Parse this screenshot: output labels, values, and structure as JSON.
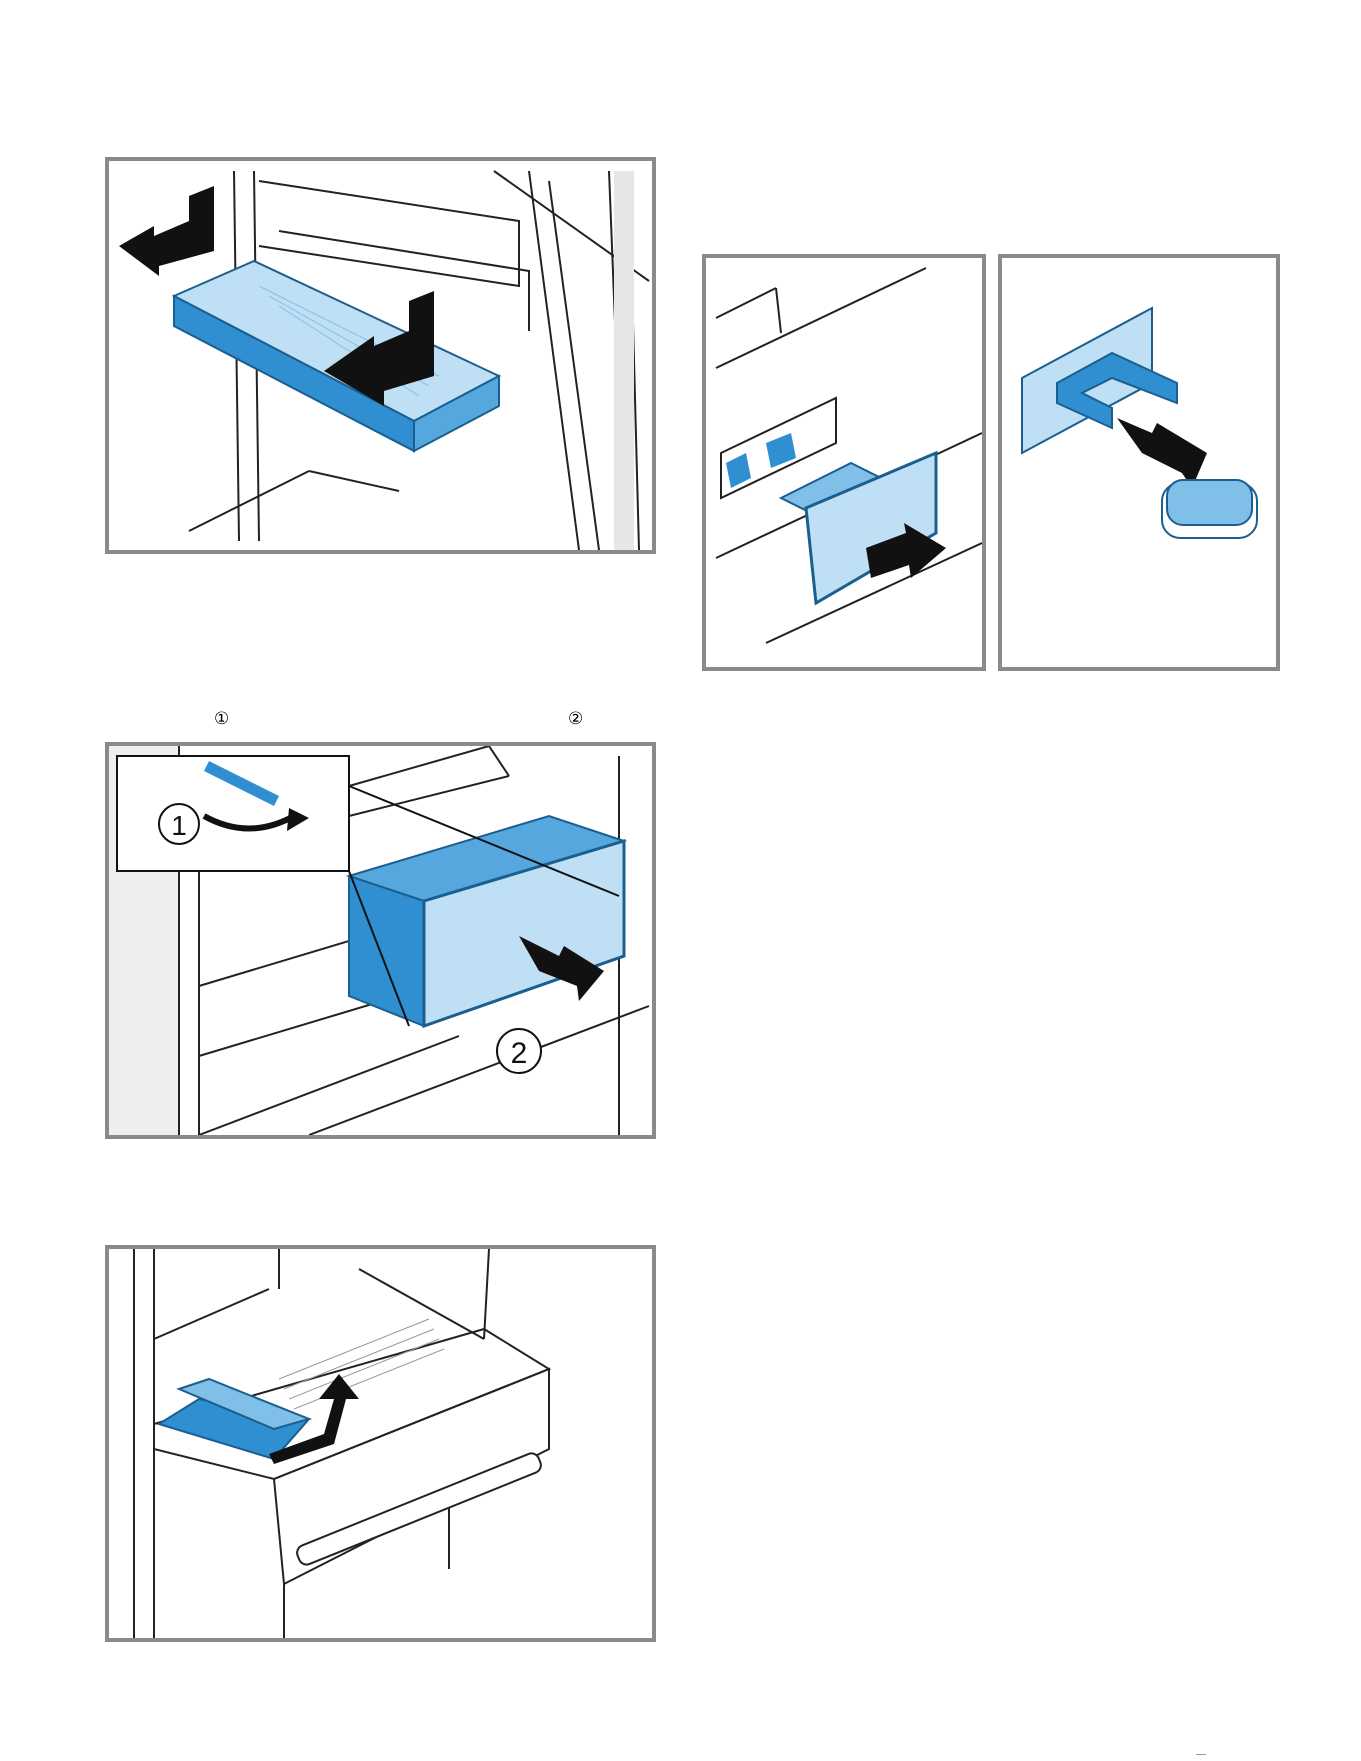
{
  "figures": {
    "shelf_removal": {
      "caption": ""
    },
    "filter_housing": {
      "caption": ""
    },
    "filter_cartridge": {
      "caption": ""
    },
    "drawer_removal": {
      "caption": "",
      "step_labels": [
        "1",
        "2"
      ]
    },
    "freezer_insert": {
      "caption": ""
    }
  },
  "markers": {
    "step1": "①",
    "step2": "②"
  },
  "colors": {
    "accent_blue": "#2f8fd0",
    "light_blue": "#bfe0f4",
    "frame": "#8a8a8a"
  }
}
